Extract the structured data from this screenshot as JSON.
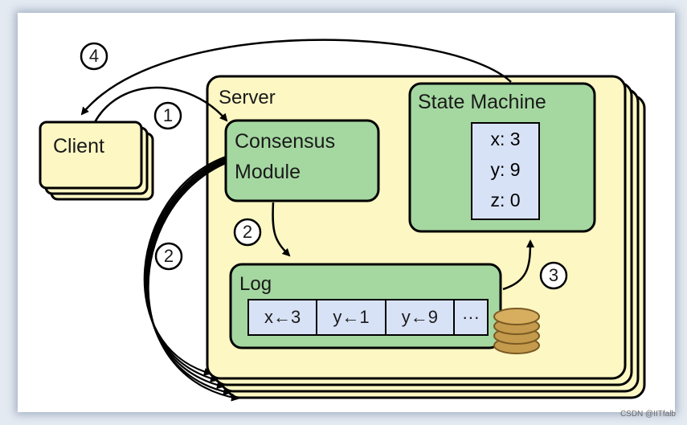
{
  "client": {
    "label": "Client"
  },
  "server": {
    "label": "Server"
  },
  "consensus": {
    "line1": "Consensus",
    "line2": "Module"
  },
  "state_machine": {
    "title": "State Machine",
    "values": [
      "x: 3",
      "y: 9",
      "z: 0"
    ]
  },
  "log": {
    "title": "Log",
    "entries": [
      "x←3",
      "y←1",
      "y←9",
      "···"
    ]
  },
  "steps": {
    "s1": "1",
    "s2a": "2",
    "s2b": "2",
    "s3": "3",
    "s4": "4"
  },
  "watermark": "CSDN @IITfalb",
  "colors": {
    "server_fill": "#fcf7c3",
    "module_fill": "#a5d8a1",
    "table_fill": "#d8e2f6",
    "disk_fill": "#c49a4c"
  }
}
